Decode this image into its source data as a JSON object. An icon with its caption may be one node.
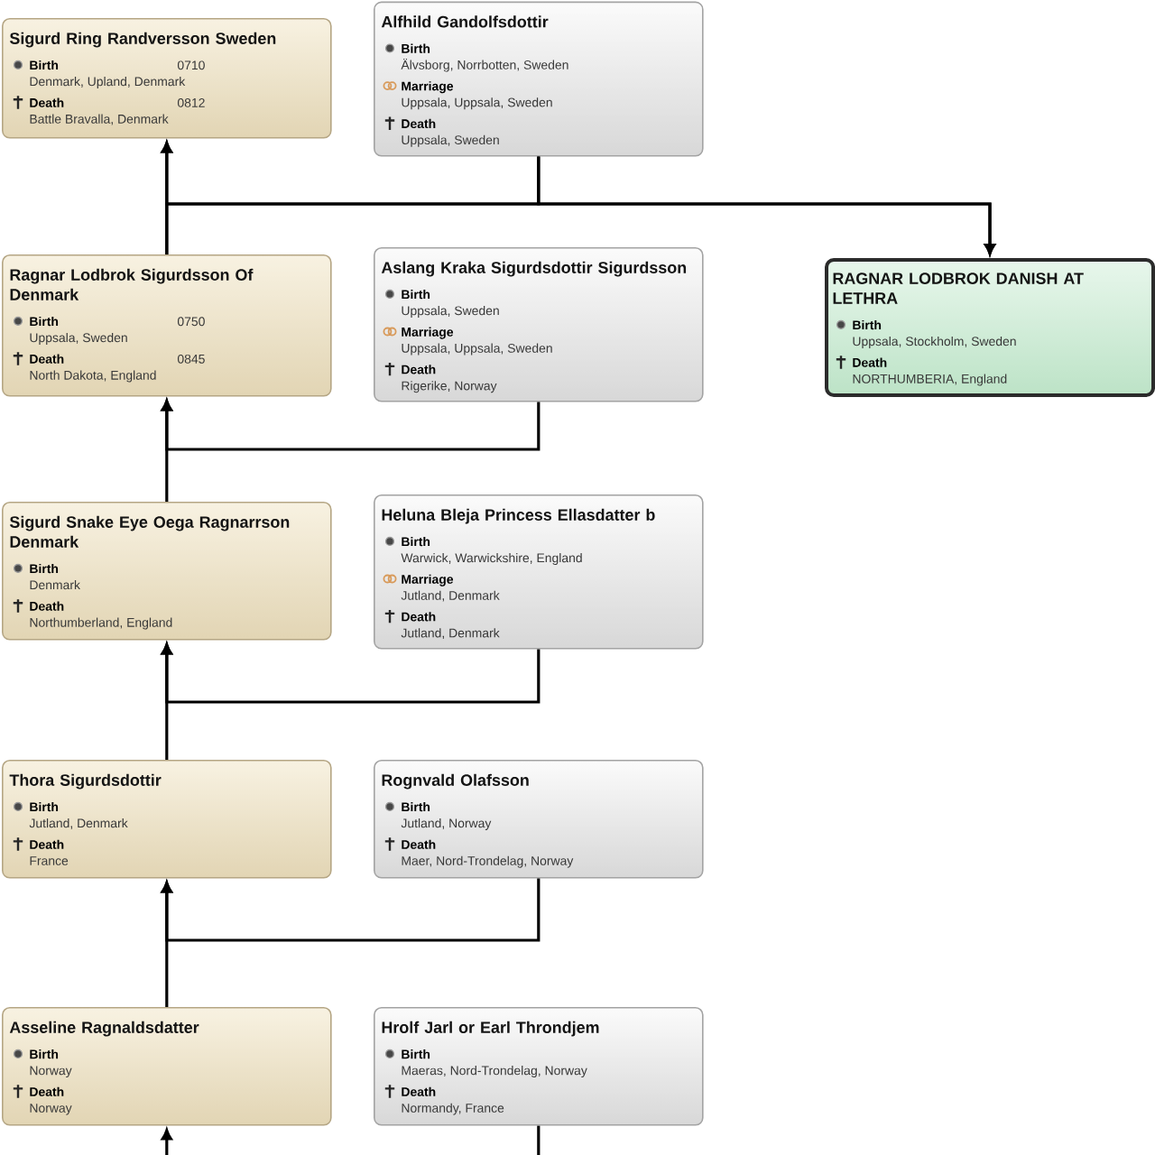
{
  "diagram": {
    "nodes": [
      {
        "text": [
          "Sigurd Ring Randversson Sweden",
          "Birth",
          "0710",
          "Denmark, Upland, Denmark",
          "Death",
          "0812",
          "Battle Bravalla, Denmark"
        ]
      },
      {
        "text": [
          "Alfhild Gandolfsdottir",
          "Birth",
          "Älvsborg, Norrbotten, Sweden",
          "Marriage",
          "Uppsala, Uppsala, Sweden",
          "Death",
          "Uppsala, Sweden"
        ]
      },
      {
        "text": [
          "Ragnar Lodbrok Sigurdsson Of Denmark",
          "Birth",
          "0750",
          "Uppsala, Sweden",
          "Death",
          "0845",
          "North Dakota, England"
        ]
      },
      {
        "text": [
          "Aslang Kraka Sigurdsdottir Sigurdsson",
          "Birth",
          "Uppsala, Sweden",
          "Marriage",
          "Uppsala, Uppsala, Sweden",
          "Death",
          "Rigerike, Norway"
        ]
      },
      {
        "text": [
          "RAGNAR LODBROK DANISH AT LETHRA",
          "Birth",
          "Uppsala, Stockholm, Sweden",
          "Death",
          "NORTHUMBERIA, England"
        ]
      },
      {
        "text": [
          "Sigurd Snake Eye Oega Ragnarrson Denmark",
          "Birth",
          "Denmark",
          "Death",
          "Northumberland, England"
        ]
      },
      {
        "text": [
          "Heluna Bleja Princess Ellasdatter b",
          "Birth",
          "Warwick, Warwickshire, England",
          "Marriage",
          "Jutland, Denmark",
          "Death",
          "Jutland, Denmark"
        ]
      },
      {
        "text": [
          "Thora Sigurdsdottir",
          "Birth",
          "Jutland, Denmark",
          "Death",
          "France"
        ]
      },
      {
        "text": [
          "Rognvald Olafsson",
          "Birth",
          "Jutland, Norway",
          "Death",
          "Maer, Nord-Trondelag, Norway"
        ]
      },
      {
        "text": [
          "Asseline Ragnaldsdatter",
          "Birth",
          "Norway",
          "Death",
          "Norway"
        ]
      },
      {
        "text": [
          "Hrolf Jarl or Earl Throndjem",
          "Birth",
          "Maeras, Nord-Trondelag, Norway",
          "Death",
          "Normandy, France"
        ]
      }
    ],
    "edges": [
      {
        "from": 2,
        "to": 0,
        "arrow": "to"
      },
      {
        "from": 1,
        "to": 0,
        "arrow": "to"
      },
      {
        "from": 2,
        "to": 4,
        "arrow": "to"
      },
      {
        "from": 1,
        "to": 4,
        "arrow": "to"
      },
      {
        "from": 5,
        "to": 2,
        "arrow": "to"
      },
      {
        "from": 3,
        "to": 2,
        "arrow": "to"
      },
      {
        "from": 7,
        "to": 5,
        "arrow": "to"
      },
      {
        "from": 6,
        "to": 5,
        "arrow": "to"
      },
      {
        "from": 9,
        "to": 7,
        "arrow": "to"
      },
      {
        "from": 8,
        "to": 7,
        "arrow": "to"
      },
      {
        "from": null,
        "to": 9,
        "arrow": "to"
      },
      {
        "from": 10,
        "to": null,
        "arrow": "none"
      }
    ]
  }
}
